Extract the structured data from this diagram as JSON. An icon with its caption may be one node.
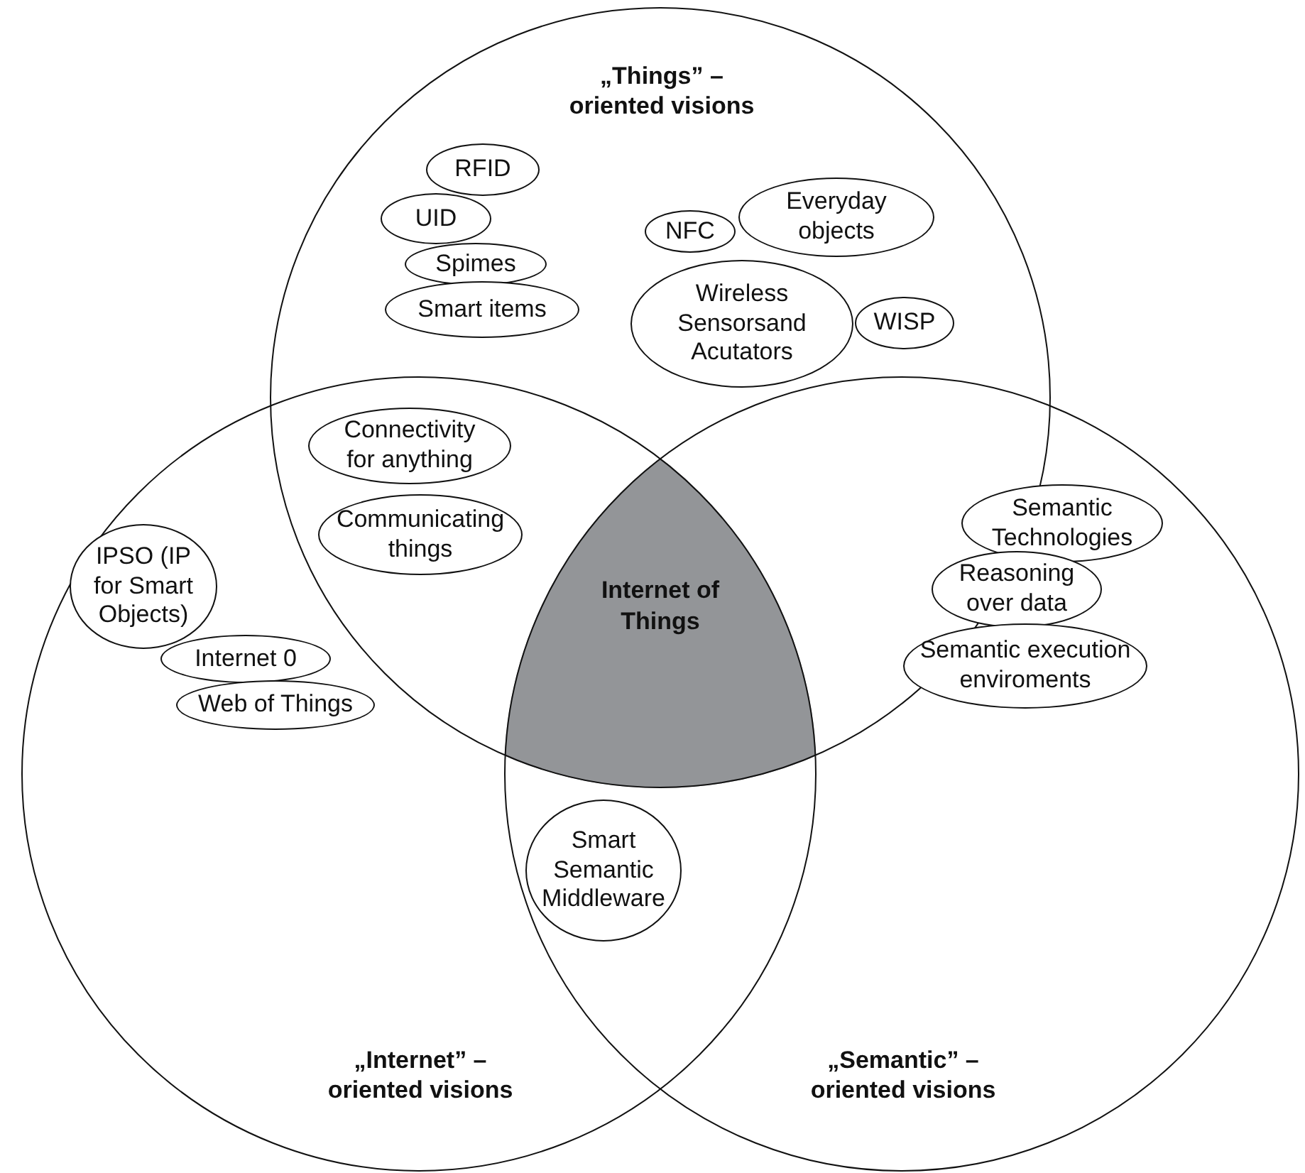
{
  "diagram": {
    "nodes": [
      {
        "text": [
          "„Things” – oriented visions"
        ]
      },
      {
        "text": [
          "RFID"
        ],
        "in": 0
      },
      {
        "text": [
          "UID"
        ],
        "in": 0
      },
      {
        "text": [
          "Spimes"
        ],
        "in": 0
      },
      {
        "text": [
          "Smart items"
        ],
        "in": 0
      },
      {
        "text": [
          "NFC"
        ],
        "in": 0
      },
      {
        "text": [
          "Everyday objects"
        ],
        "in": 0
      },
      {
        "text": [
          "Wireless Sensorsand Acutators"
        ],
        "in": 0
      },
      {
        "text": [
          "WISP"
        ],
        "in": 0
      },
      {
        "text": [
          "„Internet” – oriented visions"
        ]
      },
      {
        "text": [
          "Connectivity for anything"
        ]
      },
      {
        "text": [
          "Communicating things"
        ]
      },
      {
        "text": [
          "IPSO (IP for Smart Objects)"
        ],
        "in": 9
      },
      {
        "text": [
          "Internet 0"
        ],
        "in": 9
      },
      {
        "text": [
          "Web of Things"
        ],
        "in": 9
      },
      {
        "text": [
          "„Semantic” – oriented visions"
        ]
      },
      {
        "text": [
          "Internet of Things"
        ]
      },
      {
        "text": [
          "Semantic Technologies"
        ],
        "in": 15
      },
      {
        "text": [
          "Reasoning over data"
        ],
        "in": 15
      },
      {
        "text": [
          "Semantic execution enviroments"
        ],
        "in": 15
      },
      {
        "text": [
          "Smart Semantic Middleware"
        ]
      }
    ]
  }
}
